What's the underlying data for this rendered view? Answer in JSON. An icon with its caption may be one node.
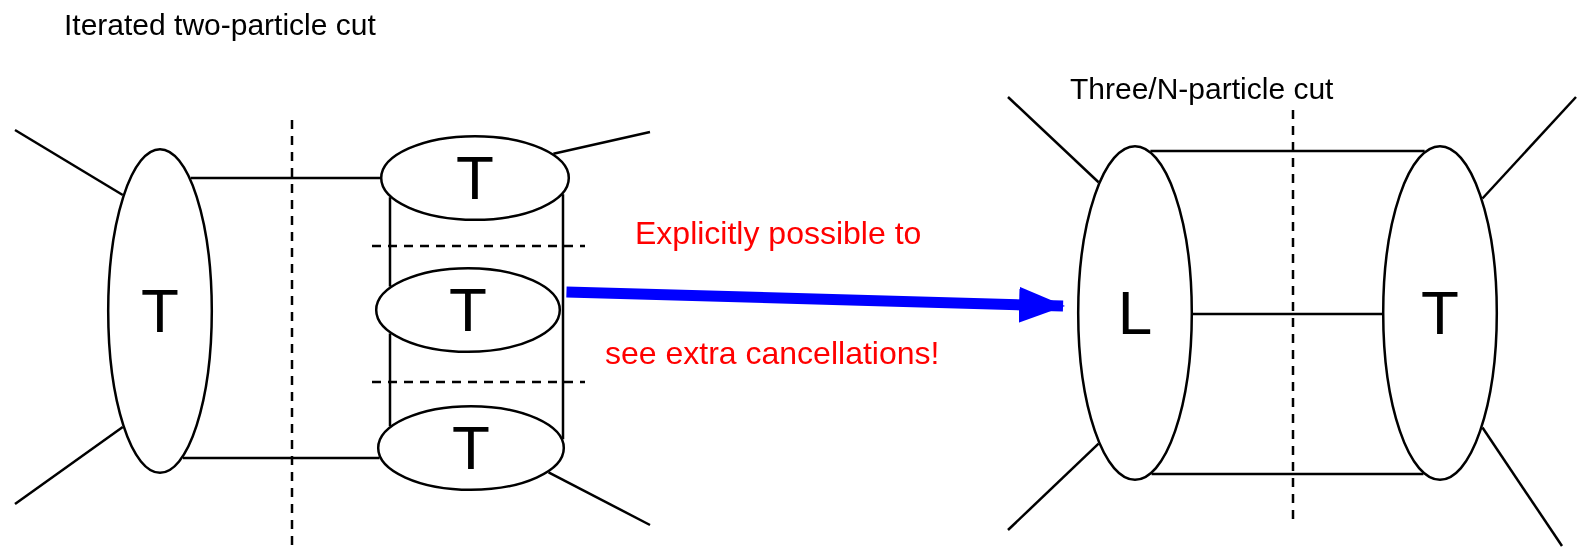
{
  "diagram": {
    "nodes": [
      {
        "text": [
          "T"
        ]
      },
      {
        "text": [
          "T"
        ]
      },
      {
        "text": [
          "T"
        ]
      },
      {
        "text": [
          "T"
        ]
      },
      {
        "text": [
          "L"
        ]
      },
      {
        "text": [
          "T"
        ]
      }
    ],
    "edges": [
      {
        "from": 0,
        "to": 1,
        "arrow": "none"
      },
      {
        "from": 0,
        "to": 3,
        "arrow": "none"
      },
      {
        "from": 1,
        "to": 2,
        "arrow": "none"
      },
      {
        "from": 1,
        "to": 2,
        "arrow": "none"
      },
      {
        "from": 2,
        "to": 3,
        "arrow": "none"
      },
      {
        "from": 2,
        "to": 3,
        "arrow": "none"
      },
      {
        "from": null,
        "to": 0,
        "arrow": "none"
      },
      {
        "from": null,
        "to": 0,
        "arrow": "none"
      },
      {
        "from": null,
        "to": 1,
        "arrow": "none"
      },
      {
        "from": null,
        "to": 3,
        "arrow": "none"
      },
      {
        "from": 2,
        "to": 4,
        "arrow": "to",
        "style": "thick",
        "color": "#0000ff"
      },
      {
        "from": 4,
        "to": 5,
        "arrow": "none"
      },
      {
        "from": 4,
        "to": 5,
        "arrow": "none"
      },
      {
        "from": 4,
        "to": 5,
        "arrow": "none"
      },
      {
        "from": null,
        "to": 4,
        "arrow": "none"
      },
      {
        "from": null,
        "to": 4,
        "arrow": "none"
      },
      {
        "from": null,
        "to": 5,
        "arrow": "none"
      },
      {
        "from": null,
        "to": 5,
        "arrow": "none"
      }
    ],
    "labels": [
      "Iterated two-particle cut",
      "Three/N-particle cut",
      "Explicitly possible to",
      "see extra cancellations!"
    ]
  }
}
